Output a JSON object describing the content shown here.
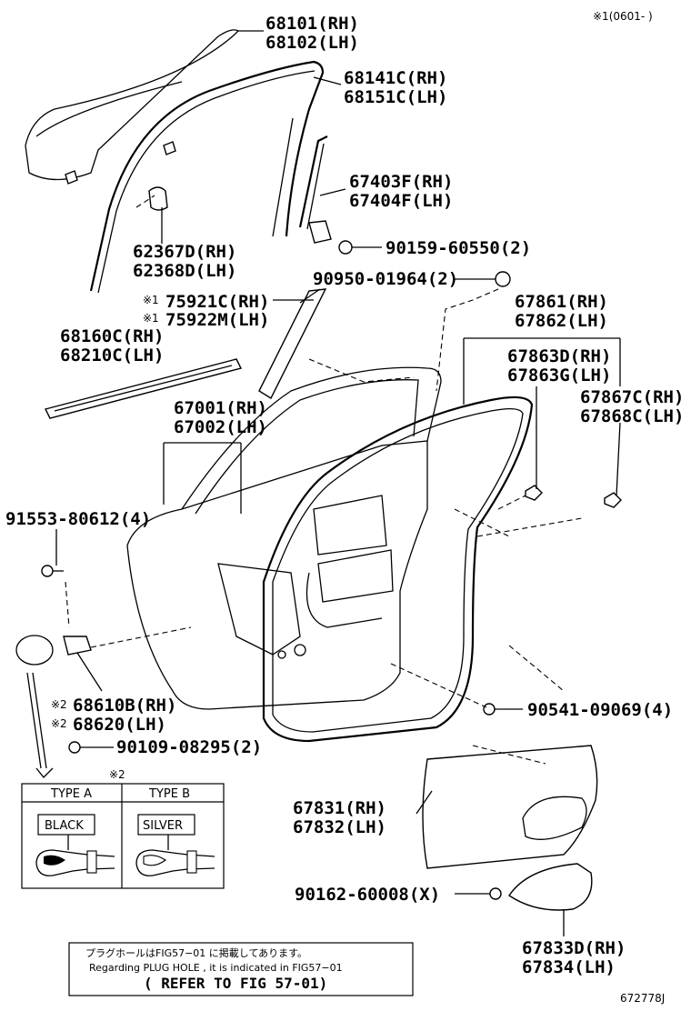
{
  "corner_note": "※1(0601-    )",
  "figure_code": "672778J",
  "labels": {
    "l68101": "68101(RH)",
    "l68102": "68102(LH)",
    "l68141": "68141C(RH)",
    "l68151": "68151C(LH)",
    "l67403": "67403F(RH)",
    "l67404": "67404F(LH)",
    "l62367": "62367D(RH)",
    "l62368": "62368D(LH)",
    "l90159": "90159-60550(2)",
    "l90950": "90950-01964(2)",
    "l75921_mark": "※1",
    "l75921": "75921C(RH)",
    "l75922_mark": "※1",
    "l75922": "75922M(LH)",
    "l67861": "67861(RH)",
    "l67862": "67862(LH)",
    "l68160": "68160C(RH)",
    "l68210": "68210C(LH)",
    "l67863d": "67863D(RH)",
    "l67863g": "67863G(LH)",
    "l67001": "67001(RH)",
    "l67002": "67002(LH)",
    "l67867": "67867C(RH)",
    "l67868": "67868C(LH)",
    "l91553": "91553-80612(4)",
    "l68610_mark": "※2",
    "l68610": "68610B(RH)",
    "l68620_mark": "※2",
    "l68620": "68620(LH)",
    "l90541": "90541-09069(4)",
    "l90109": "90109-08295(2)",
    "l67831": "67831(RH)",
    "l67832": "67832(LH)",
    "l90162": "90162-60008(X)",
    "l67833": "67833D(RH)",
    "l67834": "67834(LH)"
  },
  "type_box": {
    "note_mark": "※2",
    "type_a": "TYPE A",
    "type_b": "TYPE B",
    "color_a": "BLACK",
    "color_b": "SILVER"
  },
  "footer_note": {
    "line1": "プラグホールはFIG57−01 に掲載してあります。",
    "line2": "Regarding PLUG HOLE , it is indicated in FIG57−01",
    "line3": "( REFER TO FIG 57-01)"
  }
}
